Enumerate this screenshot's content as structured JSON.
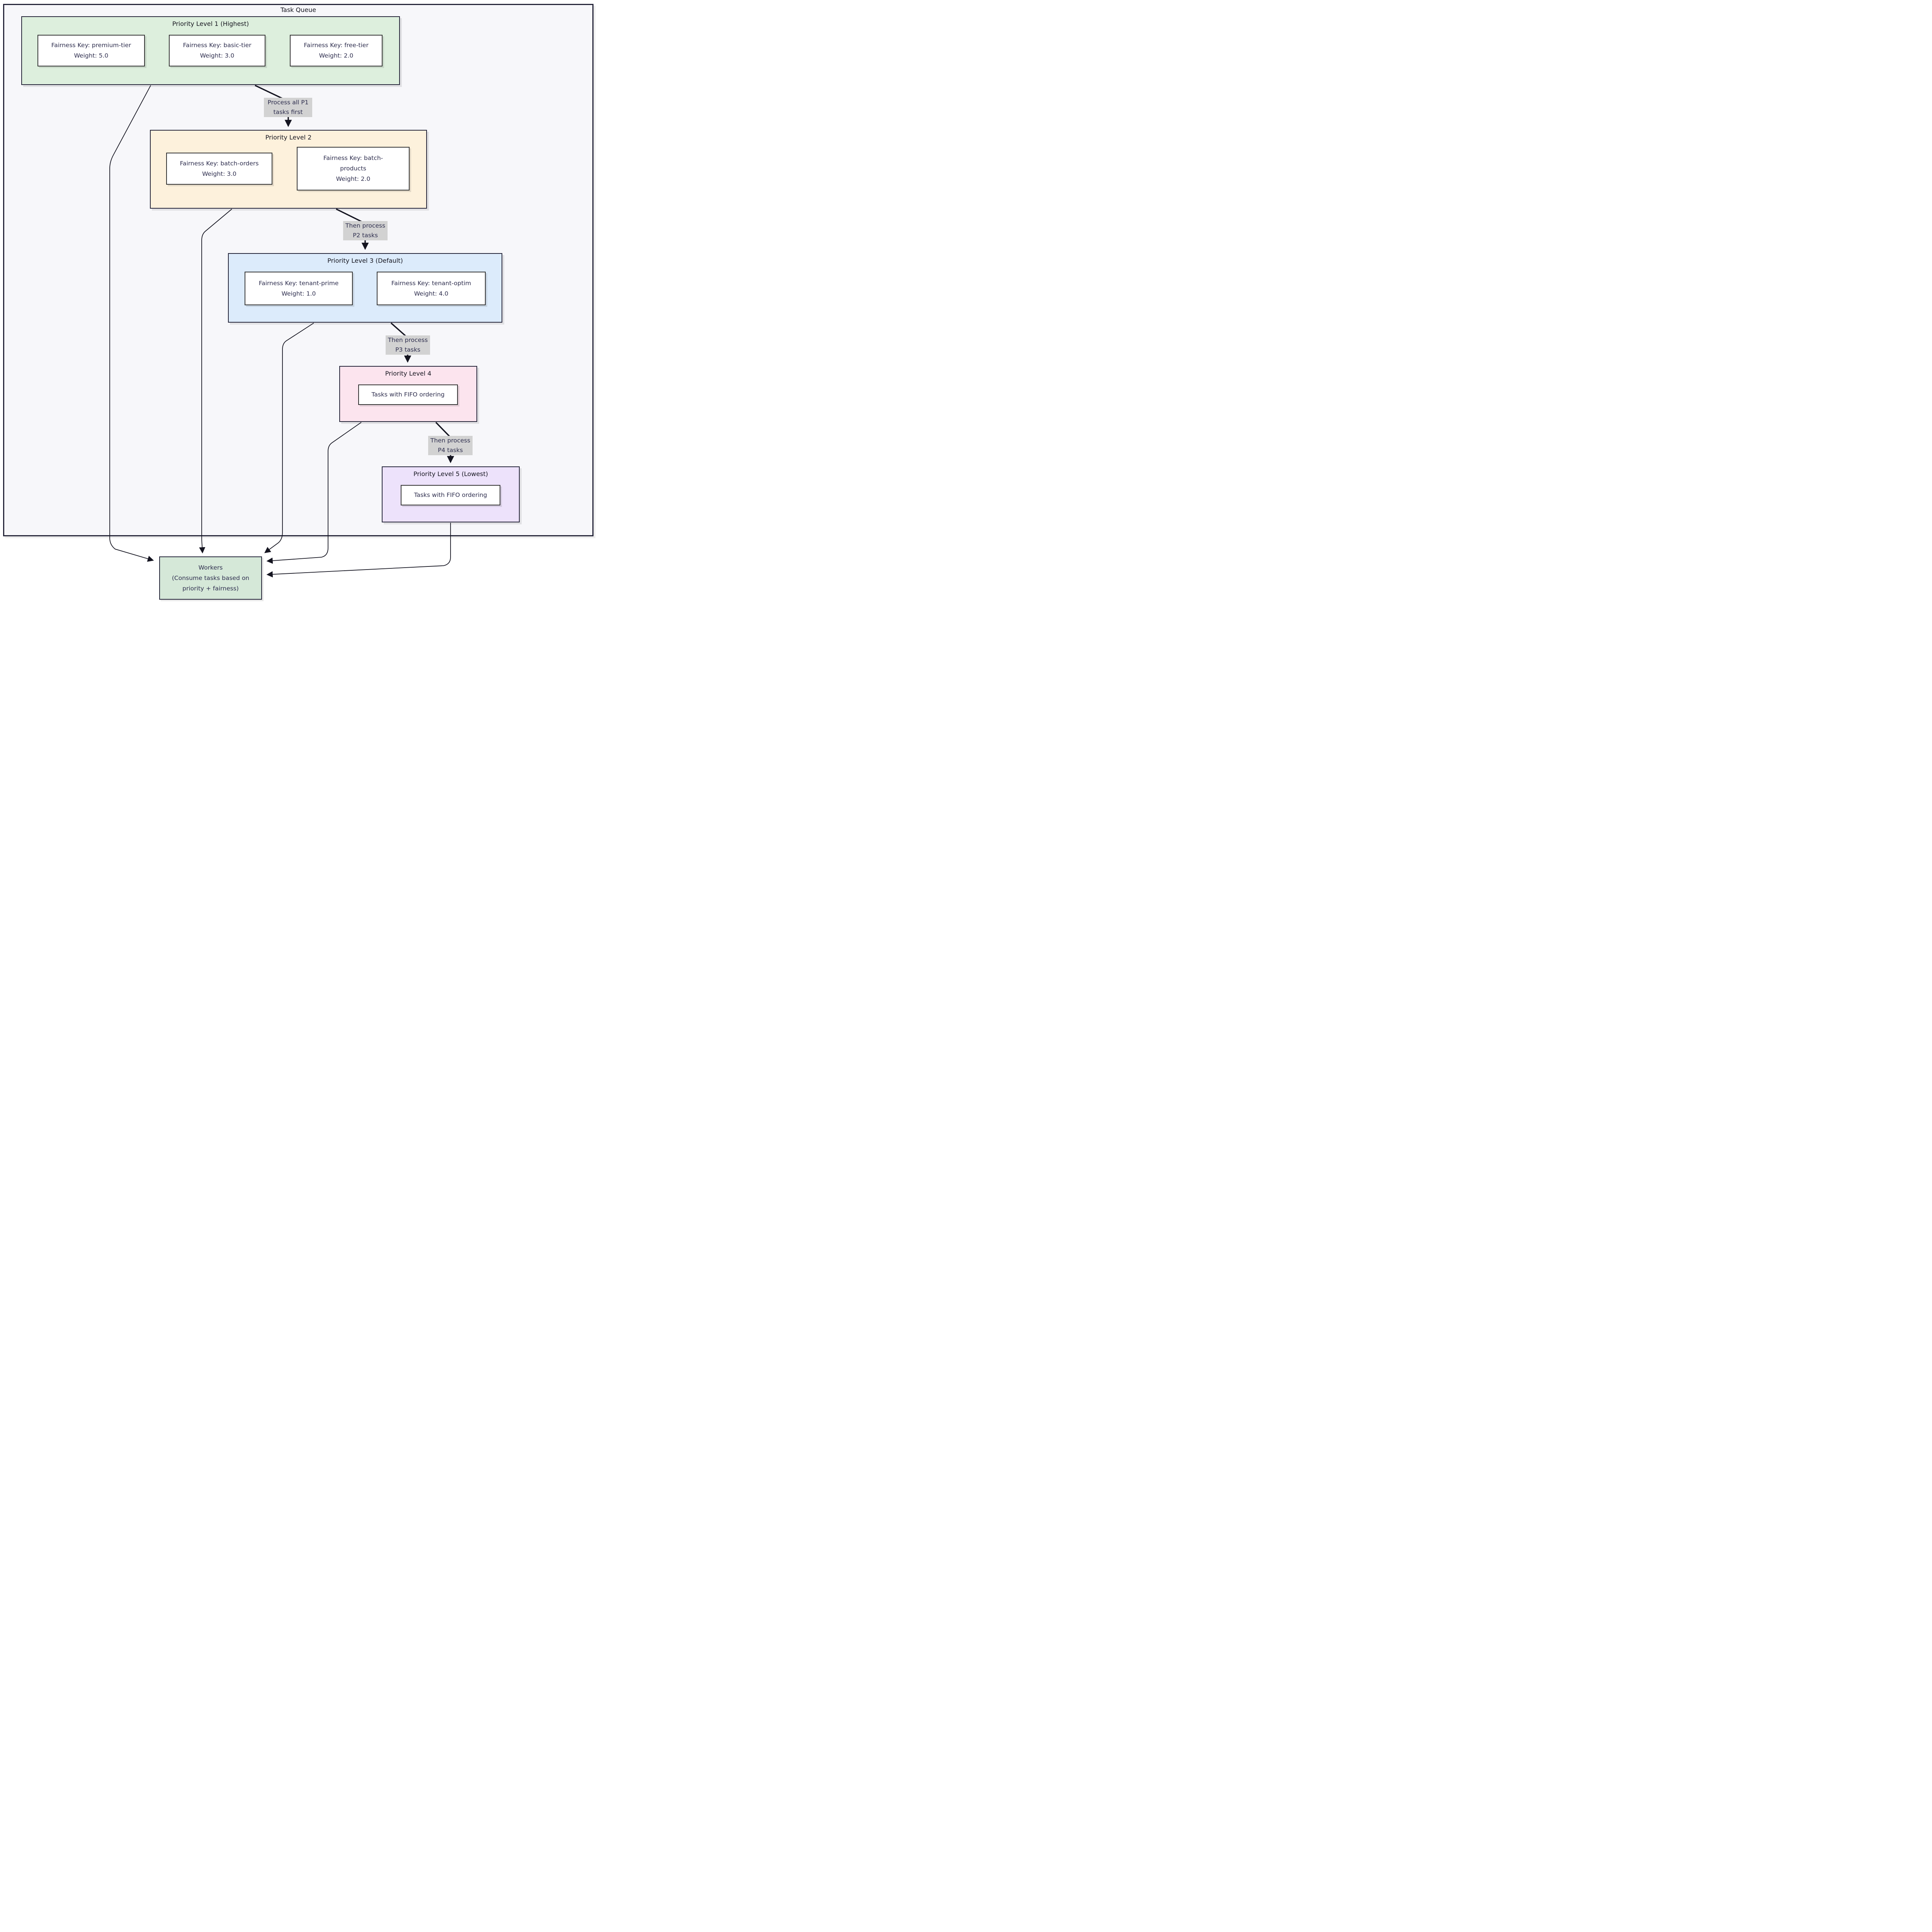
{
  "container": {
    "title": "Task Queue"
  },
  "clusters": [
    {
      "title": "Priority Level 1 (Highest)",
      "fill": "#ddefdd",
      "nodes": [
        {
          "lines": [
            "Fairness Key: premium-tier",
            "Weight: 5.0"
          ]
        },
        {
          "lines": [
            "Fairness Key: basic-tier",
            "Weight: 3.0"
          ]
        },
        {
          "lines": [
            "Fairness Key: free-tier",
            "Weight: 2.0"
          ]
        }
      ]
    },
    {
      "title": "Priority Level 2",
      "fill": "#fdf1dc",
      "nodes": [
        {
          "lines": [
            "Fairness Key: batch-orders",
            "Weight: 3.0"
          ]
        },
        {
          "lines": [
            "Fairness Key: batch-",
            "products",
            "Weight: 2.0"
          ]
        }
      ]
    },
    {
      "title": "Priority Level 3 (Default)",
      "fill": "#dcebfb",
      "nodes": [
        {
          "lines": [
            "Fairness Key: tenant-prime",
            "Weight: 1.0"
          ]
        },
        {
          "lines": [
            "Fairness Key: tenant-optim",
            "Weight: 4.0"
          ]
        }
      ]
    },
    {
      "title": "Priority Level 4",
      "fill": "#fce4ee",
      "nodes": [
        {
          "lines": [
            "Tasks with FIFO ordering"
          ]
        }
      ]
    },
    {
      "title": "Priority Level 5 (Lowest)",
      "fill": "#ede2fb",
      "nodes": [
        {
          "lines": [
            "Tasks with FIFO ordering"
          ]
        }
      ]
    }
  ],
  "edge_labels": [
    {
      "lines": [
        "Process all P1",
        "tasks first"
      ]
    },
    {
      "lines": [
        "Then process",
        "P2 tasks"
      ]
    },
    {
      "lines": [
        "Then process",
        "P3 tasks"
      ]
    },
    {
      "lines": [
        "Then process",
        "P4 tasks"
      ]
    }
  ],
  "workers": {
    "fill": "#d5e8d8",
    "lines": [
      "Workers",
      "(Consume tasks based on",
      "priority + fairness)"
    ]
  },
  "colors": {
    "container_fill": "#f7f7fa",
    "border_navy": "#26263a",
    "node_border": "#333333",
    "edge_stroke": "#141420",
    "edge_label_bg": "#d2d2d2",
    "text": "#2e2e4e"
  }
}
